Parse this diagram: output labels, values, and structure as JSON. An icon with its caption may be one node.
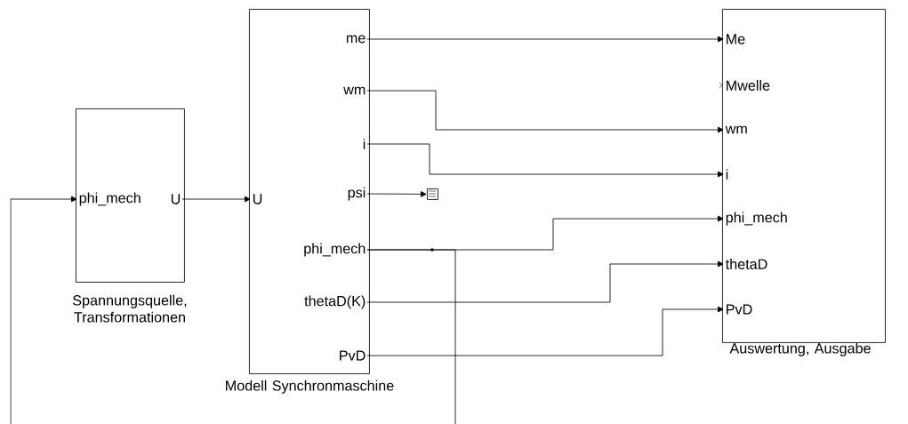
{
  "diagram": {
    "nodes": [
      {
        "text": [],
        "shape": "box",
        "beside": [
          "Spannungsquelle, Transformationen"
        ]
      },
      {
        "text": [
          "phi_mech"
        ],
        "in": 0
      },
      {
        "text": [
          "U"
        ],
        "in": 0
      },
      {
        "text": [],
        "shape": "box",
        "beside": [
          "Modell Synchronmaschine"
        ]
      },
      {
        "text": [
          "U"
        ],
        "in": 3
      },
      {
        "text": [
          "me"
        ],
        "in": 3
      },
      {
        "text": [
          "wm"
        ],
        "in": 3
      },
      {
        "text": [
          "i"
        ],
        "in": 3
      },
      {
        "text": [
          "psi"
        ],
        "in": 3
      },
      {
        "text": [
          "phi_mech"
        ],
        "in": 3
      },
      {
        "text": [
          "thetaD(K)"
        ],
        "in": 3
      },
      {
        "text": [
          "PvD"
        ],
        "in": 3
      },
      {
        "text": [],
        "shape": "box",
        "beside": [
          "Auswertung, Ausgabe"
        ]
      },
      {
        "text": [
          "Me"
        ],
        "in": 12
      },
      {
        "text": [
          "Mwelle"
        ],
        "in": 12
      },
      {
        "text": [
          "wm"
        ],
        "in": 12
      },
      {
        "text": [
          "i"
        ],
        "in": 12
      },
      {
        "text": [
          "phi_mech"
        ],
        "in": 12
      },
      {
        "text": [
          "thetaD"
        ],
        "in": 12
      },
      {
        "text": [
          "PvD"
        ],
        "in": 12
      },
      {
        "text": [],
        "shape": "box"
      }
    ],
    "edges": [
      {
        "from": null,
        "to": 1,
        "arrow": "to"
      },
      {
        "from": 2,
        "to": 4,
        "arrow": "to"
      },
      {
        "from": 5,
        "to": 13,
        "arrow": "to"
      },
      {
        "from": 6,
        "to": 15,
        "arrow": "to"
      },
      {
        "from": 7,
        "to": 16,
        "arrow": "to"
      },
      {
        "from": 8,
        "to": 20,
        "arrow": "to"
      },
      {
        "from": 9,
        "to": 17,
        "arrow": "to"
      },
      {
        "from": 10,
        "to": 18,
        "arrow": "to"
      },
      {
        "from": 11,
        "to": 19,
        "arrow": "to"
      },
      {
        "from": 9,
        "to": null,
        "arrow": "none"
      }
    ]
  }
}
